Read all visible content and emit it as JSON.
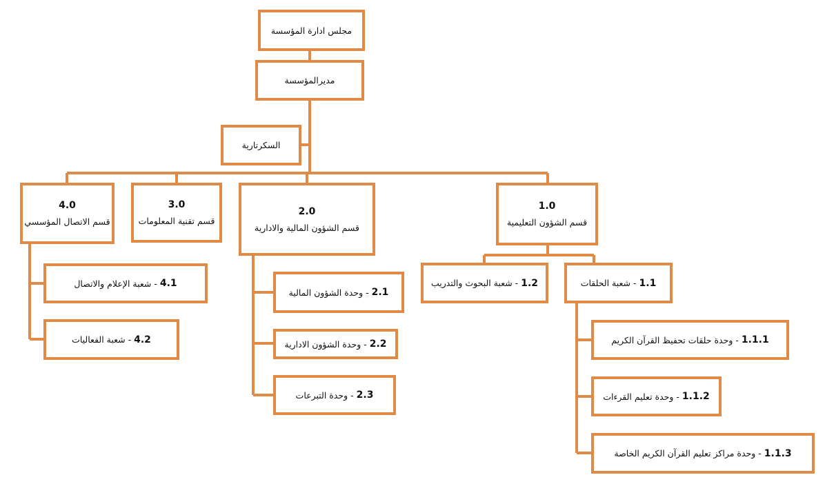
{
  "colors": {
    "border": "#E08A45"
  },
  "board": "مجلس ادارة المؤسسة",
  "director": "مديرالمؤسسة",
  "secretariat": "السكرتارية",
  "departments": [
    {
      "num": "1.0",
      "label": "قسم الشؤون التعليمية"
    },
    {
      "num": "2.0",
      "label": "قسم الشؤون المالية والادارية"
    },
    {
      "num": "3.0",
      "label": "قسم تقنية المعلومات"
    },
    {
      "num": "4.0",
      "label": "قسم الاتصال المؤسسي"
    }
  ],
  "units": {
    "u1_1": {
      "num": "1.1",
      "label": "- شعبة الحلقات"
    },
    "u1_2": {
      "num": "1.2",
      "label": "- شعبة البحوث والتدريب"
    },
    "u1_1_1": {
      "num": "1.1.1",
      "label": "- وحدة حلقات تحفيظ القرآن الكريم"
    },
    "u1_1_2": {
      "num": "1.1.2",
      "label": "- وحدة تعليم القرءات"
    },
    "u1_1_3": {
      "num": "1.1.3",
      "label": "- وحدة مراكز تعليم القرآن الكريم الخاصة"
    },
    "u2_1": {
      "num": "2.1",
      "label": "- وحدة الشؤون المالية"
    },
    "u2_2": {
      "num": "2.2",
      "label": "- وحدة الشؤون الادارية"
    },
    "u2_3": {
      "num": "2.3",
      "label": "- وحدة التبرعات"
    },
    "u4_1": {
      "num": "4.1",
      "label": "- شعبة الإعلام والاتصال"
    },
    "u4_2": {
      "num": "4.2",
      "label": "- شعبة الفعاليات"
    }
  }
}
